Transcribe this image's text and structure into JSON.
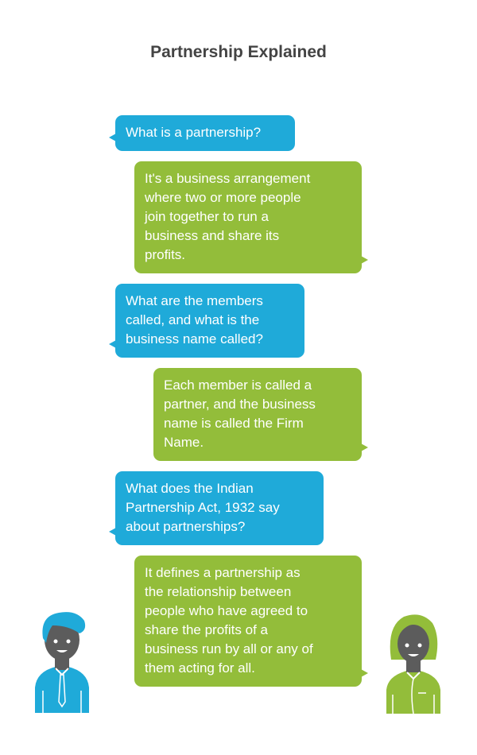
{
  "title": "Partnership Explained",
  "colors": {
    "question": "#1faad9",
    "answer": "#93bd3a",
    "skin": "#5c5c5c"
  },
  "messages": [
    {
      "role": "question",
      "text": "What is a partnership?"
    },
    {
      "role": "answer",
      "text": "It's a business arrangement\nwhere two or more people\njoin together to run a\nbusiness and share its\nprofits."
    },
    {
      "role": "question",
      "text": "What are the members\ncalled, and what is the\nbusiness name called?"
    },
    {
      "role": "answer",
      "text": "Each member is called a\npartner, and the business\nname is called the Firm\nName."
    },
    {
      "role": "question",
      "text": "What does the Indian\nPartnership Act, 1932 say\nabout partnerships?"
    },
    {
      "role": "answer",
      "text": "It defines a partnership as\nthe relationship between\npeople who have agreed to\nshare the profits of a\nbusiness run by all or any of\nthem acting for all."
    }
  ],
  "avatars": {
    "left": "man-avatar",
    "right": "woman-avatar"
  }
}
